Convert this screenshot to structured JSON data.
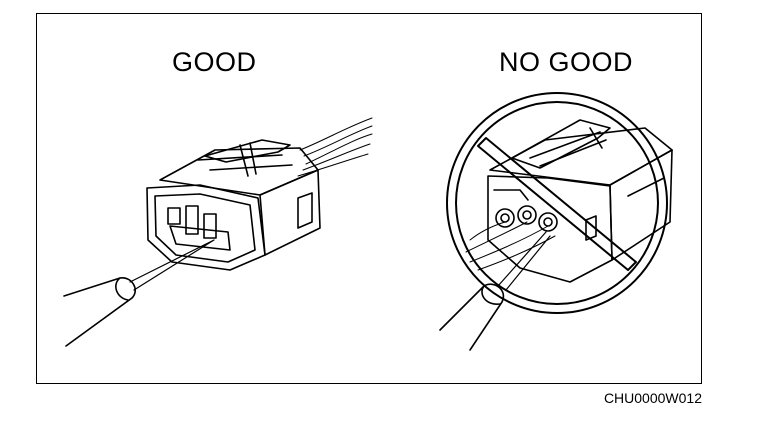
{
  "labels": {
    "good": "GOOD",
    "no_good": "NO GOOD"
  },
  "figure_code": "CHU0000W012",
  "colors": {
    "line": "#000000",
    "background": "#ffffff"
  }
}
